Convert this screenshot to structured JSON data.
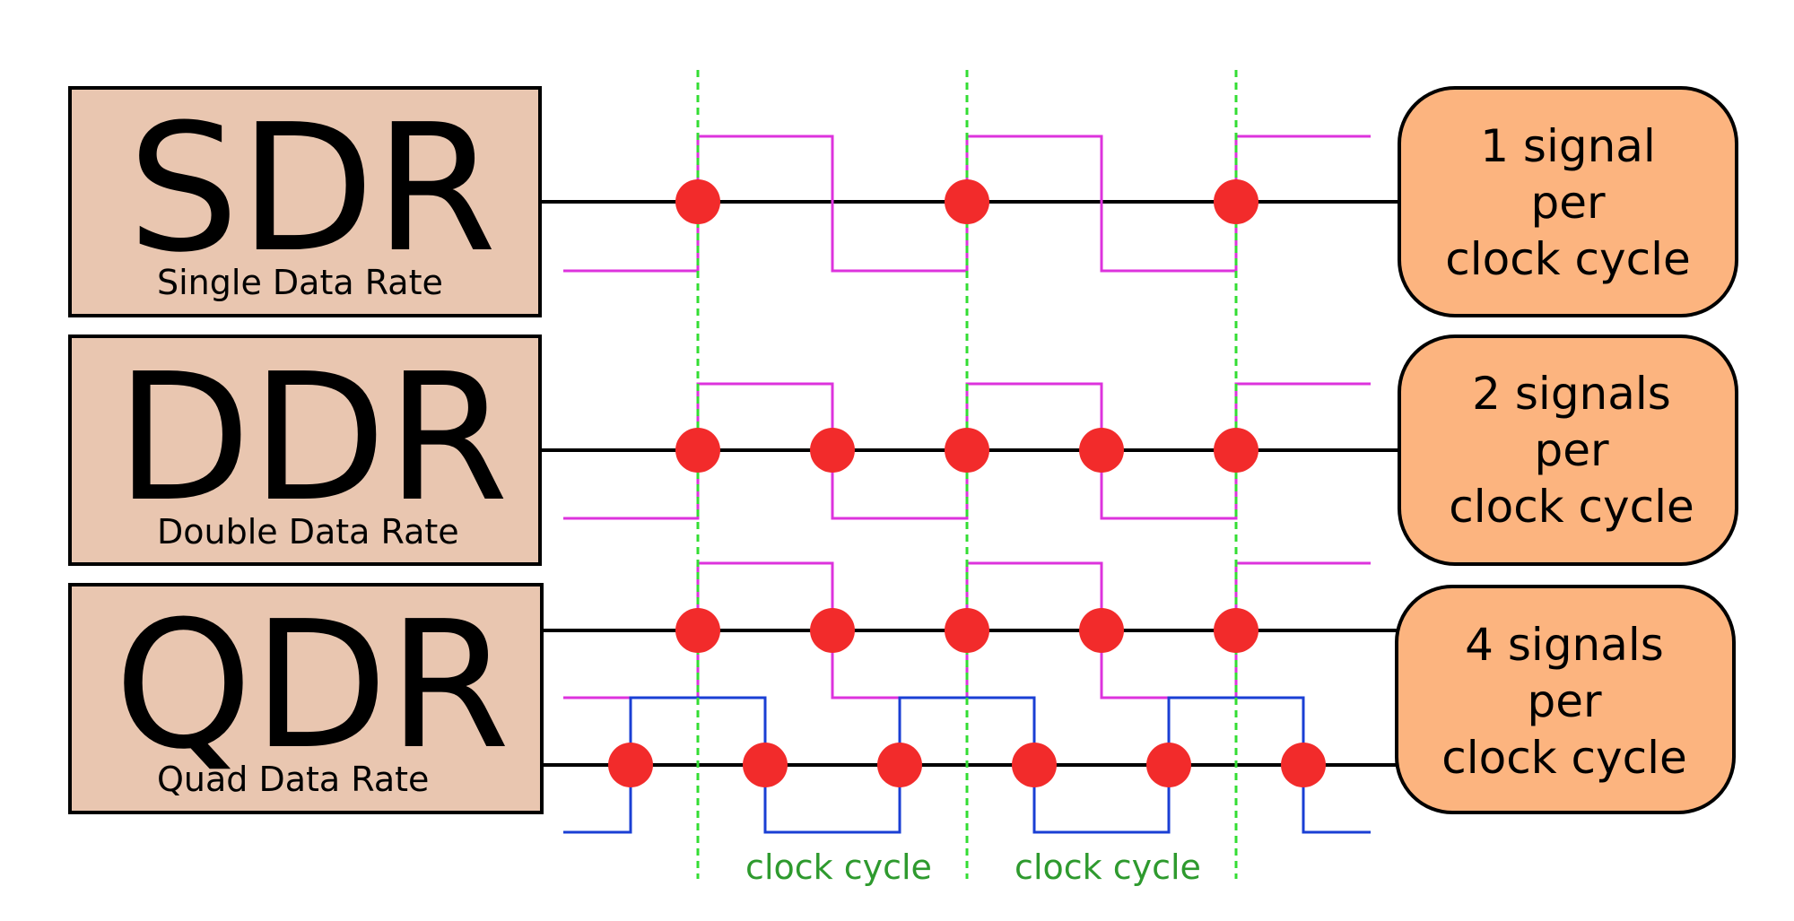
{
  "colors": {
    "label_box_fill": "#e9c6b0",
    "result_box_fill": "#fcb47f",
    "clock_signal": "#dd33dd",
    "shifted_clock_signal": "#1a3fd4",
    "sample_point": "#f22b2b",
    "cycle_divider": "#33dd33",
    "cycle_text": "#2e9a2e",
    "data_line": "#000000"
  },
  "rows": [
    {
      "id": "sdr",
      "abbr": "SDR",
      "full_name": "Single Data Rate",
      "result_lines": [
        "1 signal",
        "per",
        "clock cycle"
      ]
    },
    {
      "id": "ddr",
      "abbr": "DDR",
      "full_name": "Double Data Rate",
      "result_lines": [
        "2 signals",
        "per",
        "clock cycle"
      ]
    },
    {
      "id": "qdr",
      "abbr": "QDR",
      "full_name": "Quad Data Rate",
      "result_lines": [
        "4 signals",
        "per",
        "clock cycle"
      ]
    }
  ],
  "clock_cycle_label": "clock cycle"
}
